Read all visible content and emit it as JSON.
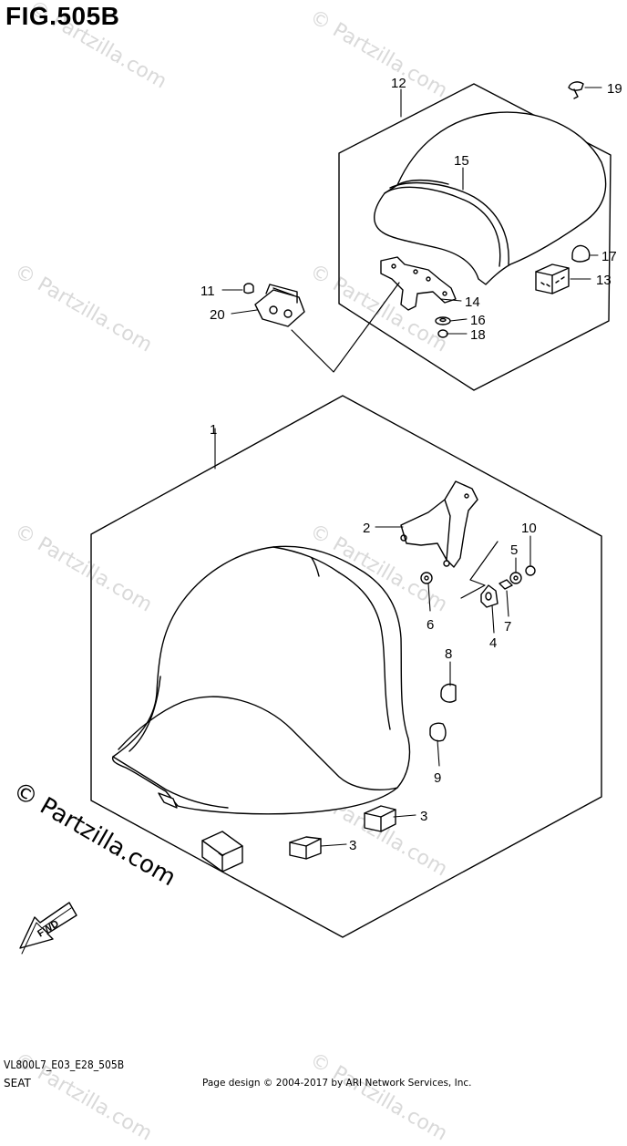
{
  "figure": {
    "title": "FIG.505B",
    "model_code": "VL800L7_E03_E28_505B",
    "section_name": "SEAT",
    "credit": "Page design © 2004-2017 by ARI Network Services, Inc."
  },
  "watermark": {
    "text": "© Partzilla.com",
    "prominent_text": "© Partzilla.com"
  },
  "direction_badge": "FWD",
  "callouts": {
    "c1": "1",
    "c2": "2",
    "c3a": "3",
    "c3b": "3",
    "c4": "4",
    "c5": "5",
    "c6": "6",
    "c7": "7",
    "c8": "8",
    "c9": "9",
    "c10": "10",
    "c11": "11",
    "c12": "12",
    "c13": "13",
    "c14": "14",
    "c15": "15",
    "c16": "16",
    "c17": "17",
    "c18": "18",
    "c19": "19",
    "c20": "20"
  }
}
